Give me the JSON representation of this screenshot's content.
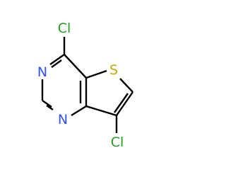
{
  "molecule": {
    "atoms": {
      "cl_top": "Cl",
      "n_left": "N",
      "n_bottom": "N",
      "s_ring": "S",
      "cl_bottom": "Cl"
    },
    "colors": {
      "bond": "#000000",
      "nitrogen": "#3050F8",
      "sulfur": "#C9A800",
      "chlorine": "#1FA01F"
    }
  }
}
